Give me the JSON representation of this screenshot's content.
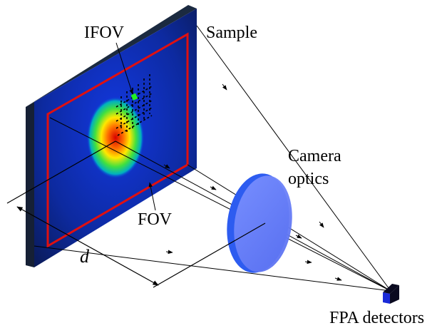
{
  "labels": {
    "ifov": "IFOV",
    "sample": "Sample",
    "camera_optics_line1": "Camera",
    "camera_optics_line2": "optics",
    "fov": "FOV",
    "distance": "d",
    "fpa_detectors": "FPA detectors"
  },
  "colors": {
    "sample_frame": "#1e2a3a",
    "sample_face_blue": "#1030c8",
    "fov_rectangle": "#e01010",
    "lens": "#5a78f0",
    "lens_edge": "#2d5cf0",
    "detector": "#1a2ad8",
    "ifov_pixel": "#22ee22"
  }
}
